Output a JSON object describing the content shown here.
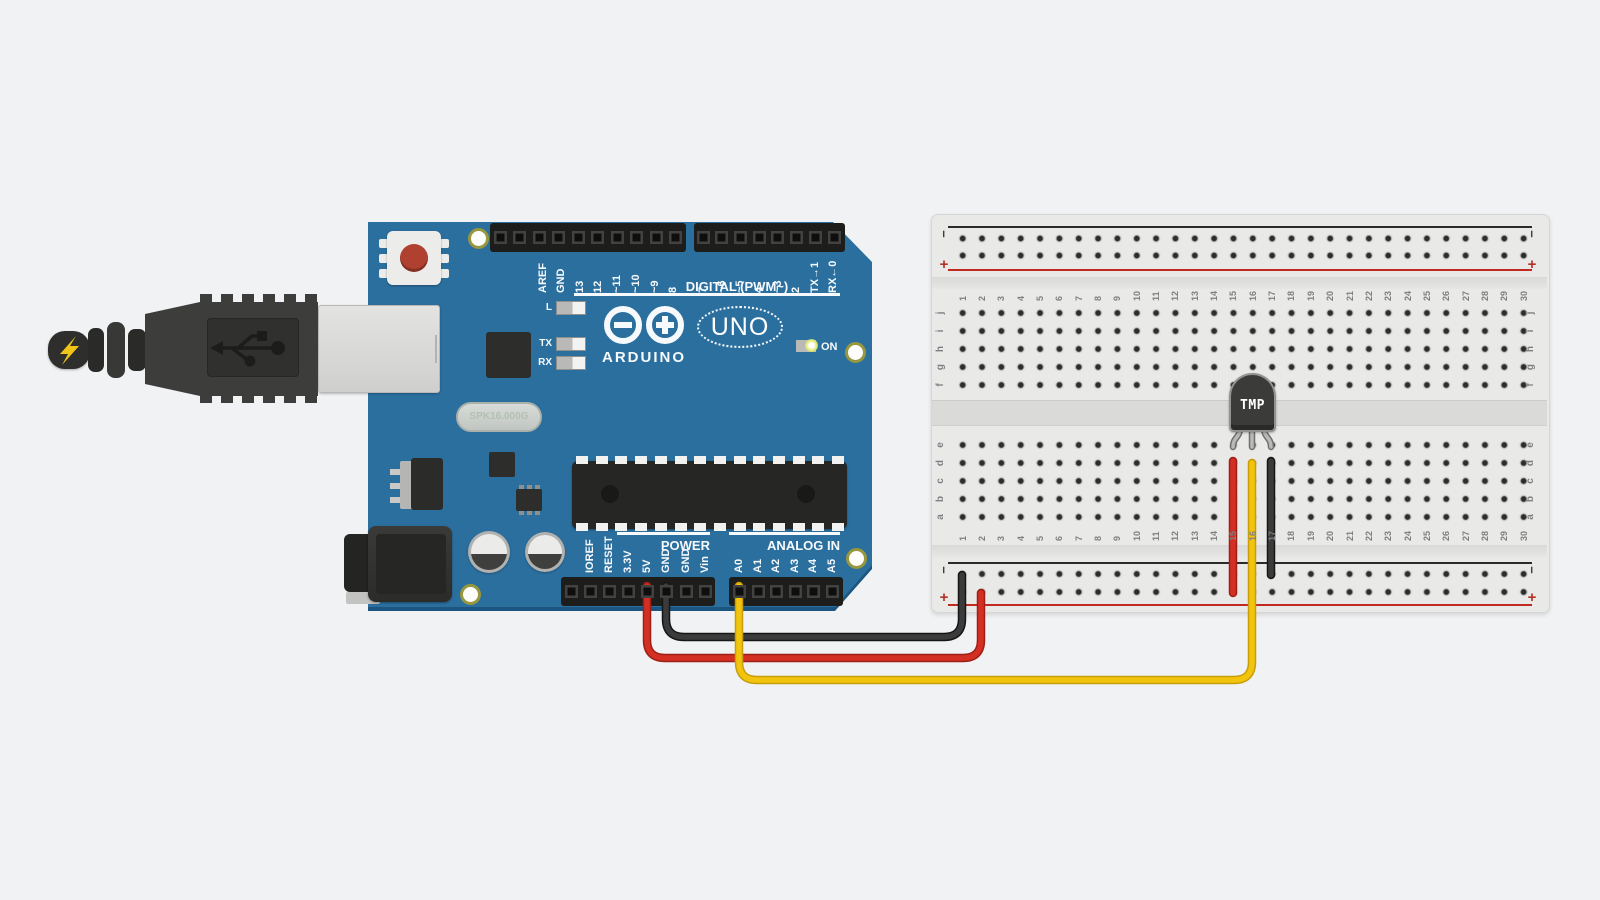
{
  "canvas": {
    "bg": "#f1f2f4"
  },
  "usb_cable": {
    "bolt_icon": "lightning-bolt",
    "usb_icon": "usb-trident"
  },
  "arduino": {
    "board_color": "#2b6f9f",
    "digital_section_label": "DIGITAL (PWM~)",
    "digital_pins": [
      "AREF",
      "GND",
      "13",
      "12",
      "~11",
      "~10",
      "~9",
      "8",
      "7",
      "~6",
      "~5",
      "4",
      "~3",
      "2",
      "TX→1",
      "RX←0"
    ],
    "led_labels": [
      "L",
      "TX",
      "RX"
    ],
    "logo_text": "ARDUINO",
    "uno_text": "UNO",
    "on_label": "ON",
    "crystal_text": "SPK16.000G",
    "power_section_label": "POWER",
    "power_pins": [
      "IOREF",
      "RESET",
      "3.3V",
      "5V",
      "GND",
      "GND",
      "Vin"
    ],
    "analog_section_label": "ANALOG IN",
    "analog_pins": [
      "A0",
      "A1",
      "A2",
      "A3",
      "A4",
      "A5"
    ]
  },
  "breadboard": {
    "column_count": 30,
    "row_letters_top": [
      "j",
      "i",
      "h",
      "g",
      "f"
    ],
    "row_letters_bottom": [
      "e",
      "d",
      "c",
      "b",
      "a"
    ],
    "plus_symbol": "+",
    "minus_symbol": "−",
    "rail_red": "#c02a20",
    "rail_black": "#2b2b2b"
  },
  "sensor": {
    "label": "TMP",
    "type": "temperature-sensor",
    "columns": [
      15,
      16,
      17
    ]
  },
  "wires": [
    {
      "id": "wire-5v",
      "color": "#d32f23",
      "edge": "#9e1f16",
      "from": "Arduino 5V",
      "to": "breadboard + rail col 2"
    },
    {
      "id": "wire-gnd",
      "color": "#3b3b3b",
      "edge": "#161616",
      "from": "Arduino GND",
      "to": "breadboard − rail col 1"
    },
    {
      "id": "wire-a0",
      "color": "#f2c40d",
      "edge": "#c79e08",
      "from": "Arduino A0",
      "to": "breadboard d16 (TMP out)"
    },
    {
      "id": "wire-power",
      "color": "#d32f23",
      "edge": "#9e1f16",
      "from": "breadboard + rail",
      "to": "breadboard d15 (TMP power)"
    },
    {
      "id": "wire-ground",
      "color": "#3b3b3b",
      "edge": "#161616",
      "from": "breadboard − rail",
      "to": "breadboard d17 (TMP ground)"
    }
  ]
}
